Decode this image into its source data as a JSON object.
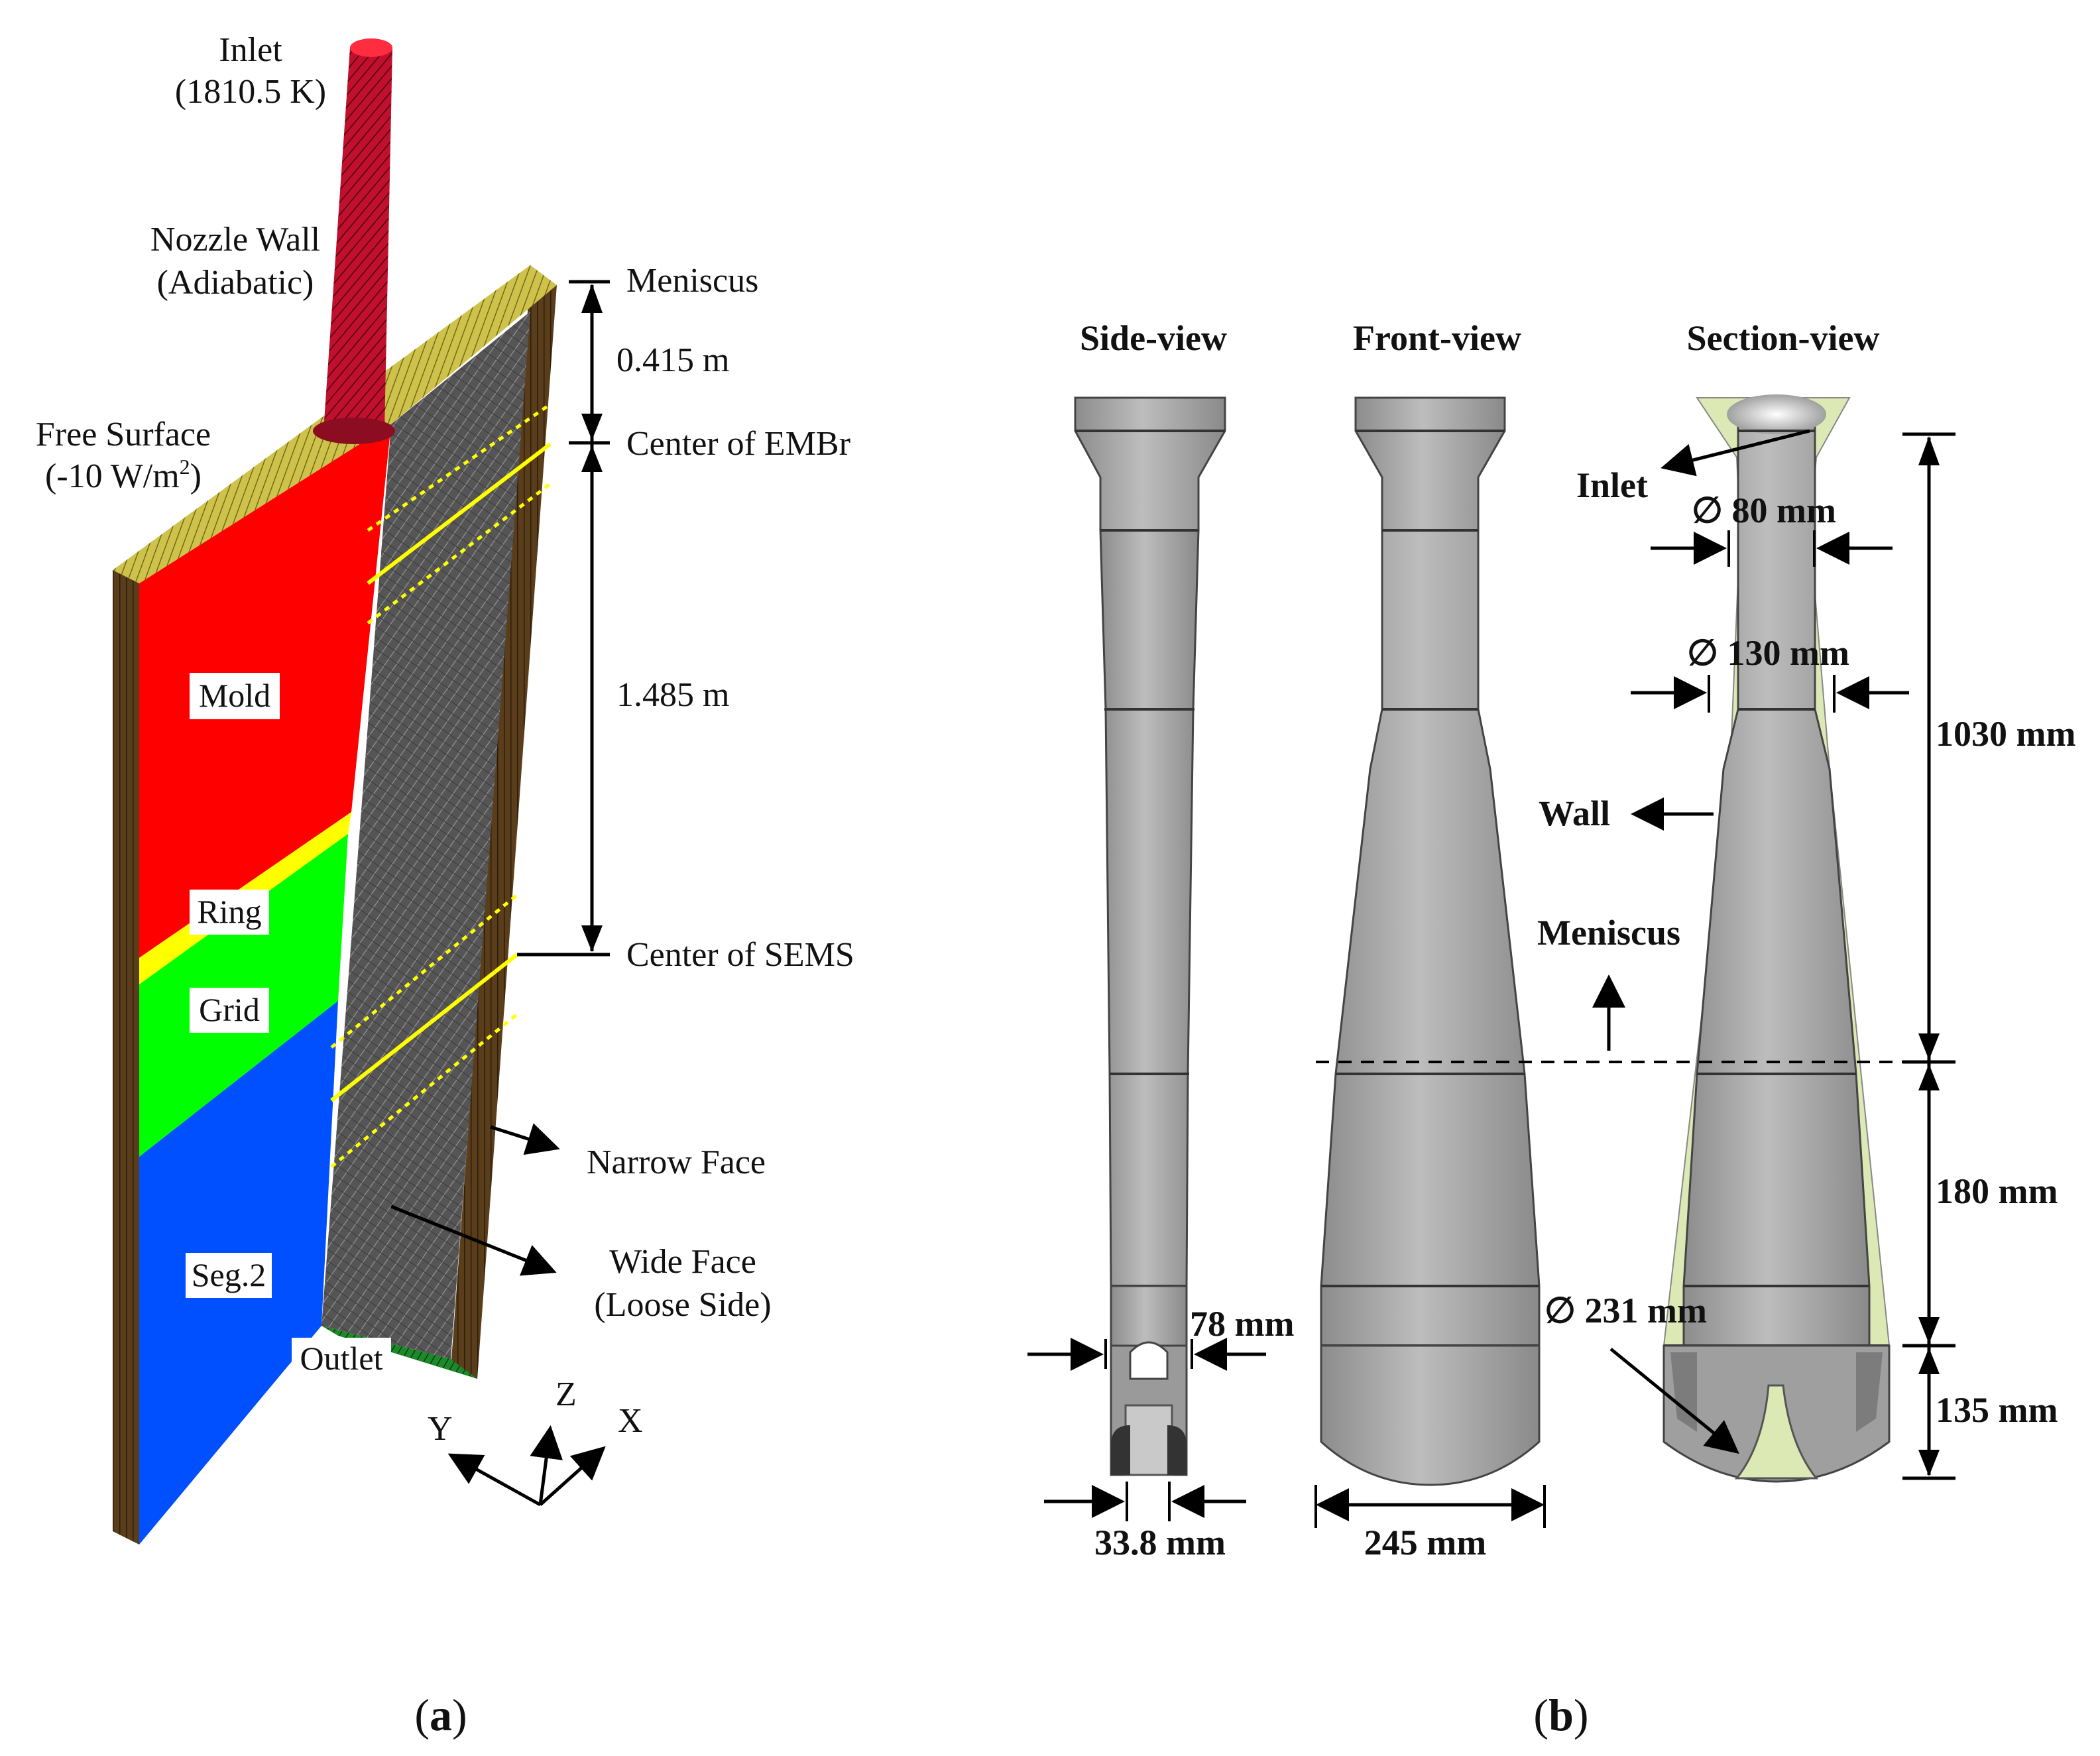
{
  "panel_a": {
    "inlet_label": "Inlet",
    "inlet_temp": "(1810.5 K)",
    "nozzle_wall": "Nozzle Wall",
    "nozzle_wall_note": "(Adiabatic)",
    "free_surface": "Free Surface",
    "free_surface_note_prefix": "(-10 W/m",
    "free_surface_note_sup": "2",
    "free_surface_note_suffix": ")",
    "meniscus": "Meniscus",
    "dim_upper": "0.415 m",
    "center_embr": "Center of EMBr",
    "dim_lower": "1.485 m",
    "center_sems": "Center of SEMS",
    "narrow_face": "Narrow Face",
    "wide_face": "Wide Face",
    "wide_face_note": "(Loose Side)",
    "outlet": "Outlet",
    "regions": {
      "mold": "Mold",
      "ring": "Ring",
      "grid": "Grid",
      "seg2": "Seg.2"
    },
    "axes": {
      "x": "X",
      "y": "Y",
      "z": "Z"
    },
    "colors": {
      "mold": "#ff0000",
      "ring": "#ffff00",
      "grid": "#00ff00",
      "seg2": "#0050ff",
      "nozzle": "#d4143a"
    },
    "caption_letter": "a"
  },
  "panel_b": {
    "side_view": "Side-view",
    "front_view": "Front-view",
    "section_view": "Section-view",
    "inlet": "Inlet",
    "d80": "∅ 80 mm",
    "d130": "∅ 130 mm",
    "wall": "Wall",
    "meniscus": "Meniscus",
    "dim_1030": "1030 mm",
    "dim_180": "180 mm",
    "dim_135": "135 mm",
    "d231": "∅ 231 mm",
    "w78": "78 mm",
    "w338": "33.8 mm",
    "w245": "245 mm",
    "colors": {
      "nozzle_body": "#a9a9a9",
      "wall_fill": "#dde9b4"
    },
    "caption_letter": "b"
  }
}
